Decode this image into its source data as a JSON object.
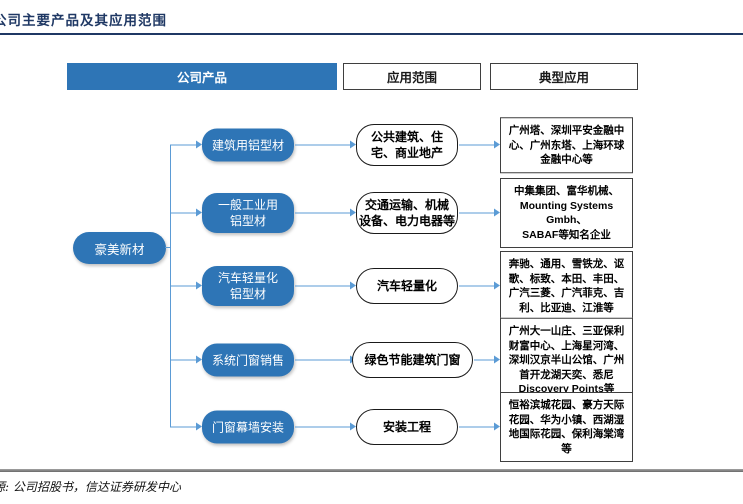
{
  "title": "公司主要产品及其应用范围",
  "source": "资料来源: 公司招股书，信达证券研发中心",
  "header": {
    "products": "公司产品",
    "applications": "应用范围",
    "typical": "典型应用"
  },
  "root": "豪美新材",
  "rows": [
    {
      "product": "建筑用铝型材",
      "application": "公共建筑、住\n宅、商业地产",
      "typical": "广州塔、深圳平安金融中\n心、广州东塔、上海环球\n金融中心等"
    },
    {
      "product": "一般工业用\n铝型材",
      "application": "交通运输、机械\n设备、电力电器等",
      "typical": "中集集团、富华机械、\nMounting Systems Gmbh、\nSABAF等知名企业"
    },
    {
      "product": "汽车轻量化\n铝型材",
      "application": "汽车轻量化",
      "typical": "奔驰、通用、雪铁龙、讴\n歌、标致、本田、丰田、\n广汽三菱、广汽菲克、吉\n利、比亚迪、江淮等"
    },
    {
      "product": "系统门窗销售",
      "application": "绿色节能建筑门窗",
      "typical": "广州大一山庄、三亚保利\n财富中心、上海星河湾、\n深圳汉京半山公馆、广州\n首开龙湖天奕、悉尼\nDiscovery Points等"
    },
    {
      "product": "门窗幕墙安装",
      "application": "安装工程",
      "typical": "恒裕滨城花园、豪方天际\n花园、华为小镇、西湖湿\n地国际花园、保利海棠湾\n等"
    }
  ],
  "colors": {
    "primary_blue": "#2E75B6",
    "arrow_blue": "#5B9BD5",
    "title_navy": "#1F3864"
  }
}
